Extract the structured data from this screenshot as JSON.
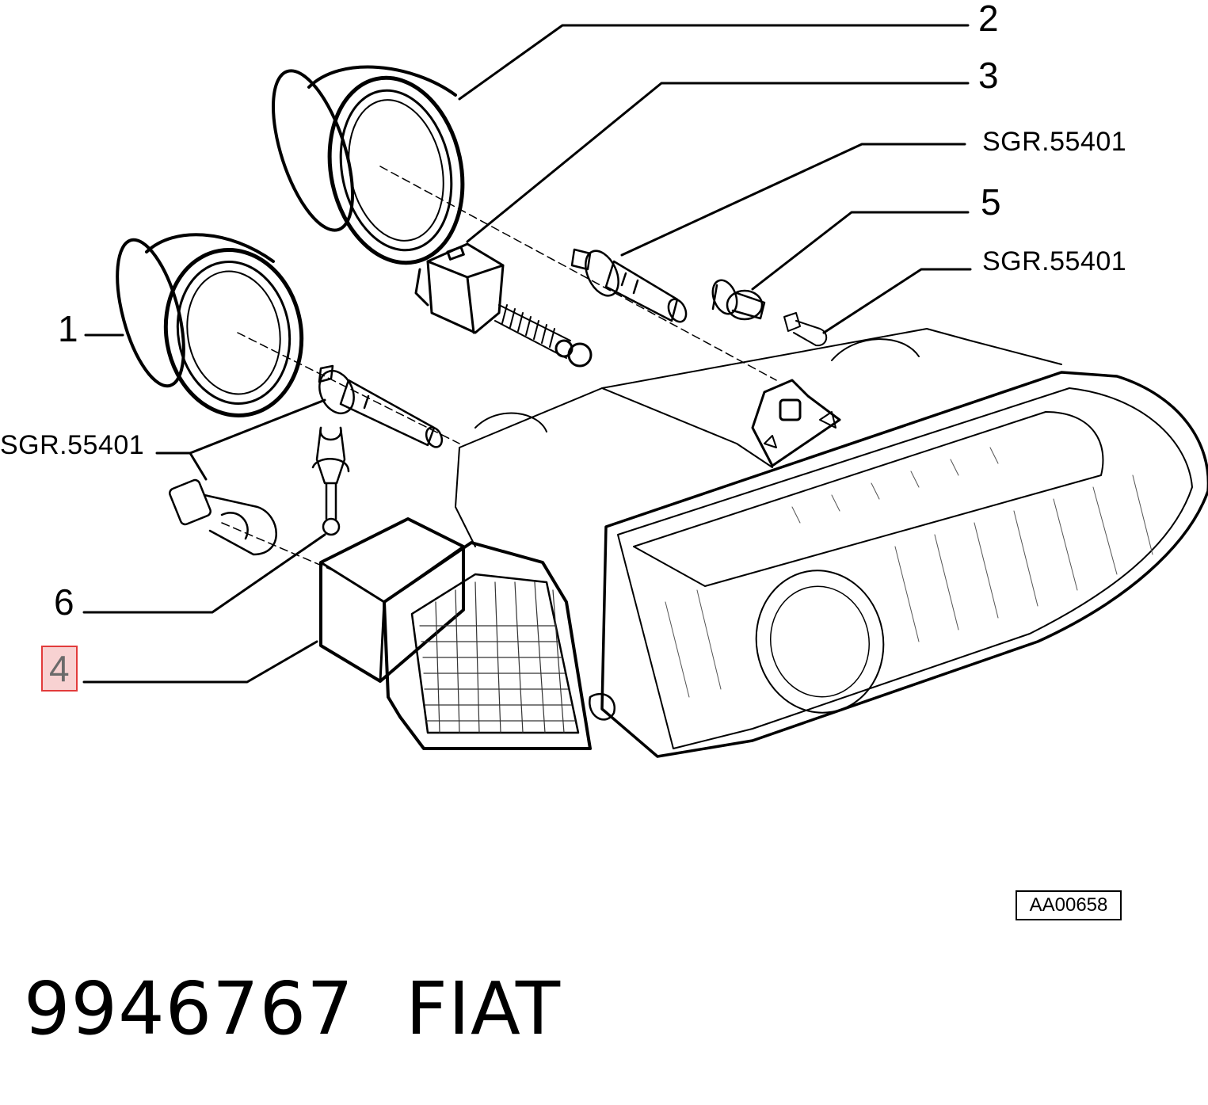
{
  "diagram": {
    "callouts": {
      "n1": "1",
      "n2": "2",
      "n3": "3",
      "n4": "4",
      "n5": "5",
      "n6": "6",
      "sgr_top": "SGR.55401",
      "sgr_mid": "SGR.55401",
      "sgr_left": "SGR.55401"
    },
    "highlighted_callout": "4",
    "highlight_color": "#e23b3b",
    "reference_code": "AA00658"
  },
  "footer": {
    "part_number": "9946767",
    "brand": "FIAT"
  }
}
